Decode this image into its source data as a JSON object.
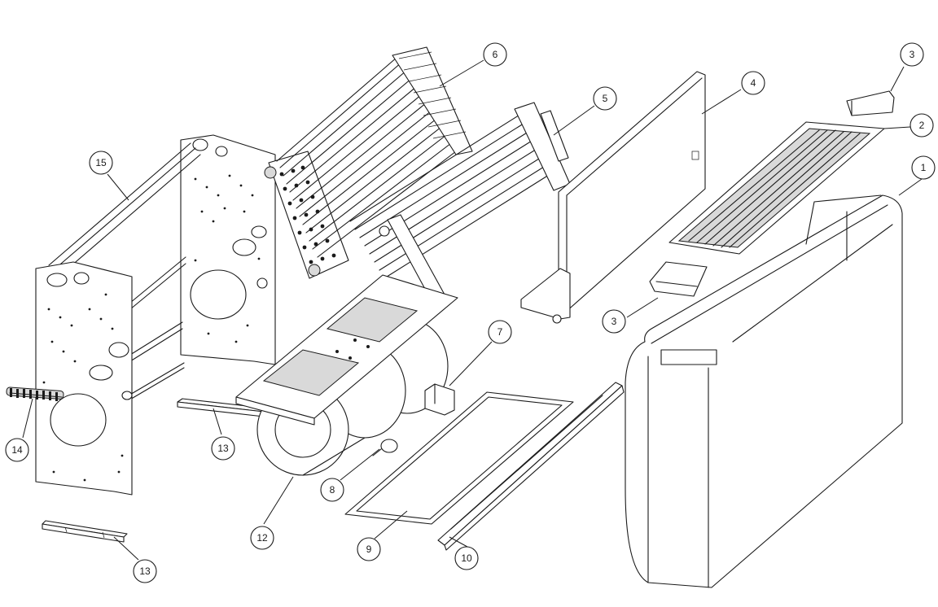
{
  "diagram": {
    "type": "exploded-assembly",
    "callouts": [
      {
        "id": "c1",
        "label": "1"
      },
      {
        "id": "c2",
        "label": "2"
      },
      {
        "id": "c3a",
        "label": "3"
      },
      {
        "id": "c3b",
        "label": "3"
      },
      {
        "id": "c4",
        "label": "4"
      },
      {
        "id": "c5",
        "label": "5"
      },
      {
        "id": "c6",
        "label": "6"
      },
      {
        "id": "c7",
        "label": "7"
      },
      {
        "id": "c8",
        "label": "8"
      },
      {
        "id": "c9",
        "label": "9"
      },
      {
        "id": "c10",
        "label": "10"
      },
      {
        "id": "c12",
        "label": "12"
      },
      {
        "id": "c13a",
        "label": "13"
      },
      {
        "id": "c13b",
        "label": "13"
      },
      {
        "id": "c14",
        "label": "14"
      },
      {
        "id": "c15",
        "label": "15"
      }
    ]
  }
}
